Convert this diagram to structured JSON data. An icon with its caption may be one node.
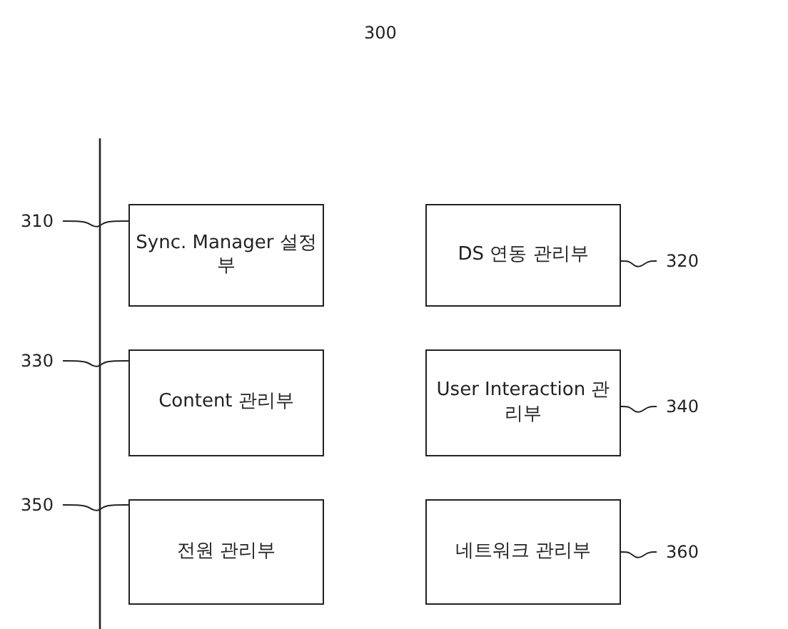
{
  "diagram": {
    "nodes": [
      {
        "text": [
          "310"
        ]
      },
      {
        "text": [
          "Sync. Manager 설정부"
        ]
      },
      {
        "text": [
          "DS 연동 관리부"
        ]
      },
      {
        "text": [
          "320"
        ]
      },
      {
        "text": [
          "330"
        ]
      },
      {
        "text": [
          "Content 관리부"
        ]
      },
      {
        "text": [
          "User Interaction 관리부"
        ]
      },
      {
        "text": [
          "340"
        ]
      },
      {
        "text": [
          "350"
        ]
      },
      {
        "text": [
          "전원 관리부"
        ]
      },
      {
        "text": [
          "네트워크 관리부"
        ]
      },
      {
        "text": [
          "360"
        ]
      }
    ],
    "edges": [
      {
        "from": 0,
        "to": 1,
        "arrow": "none"
      },
      {
        "from": 3,
        "to": 2,
        "arrow": "none"
      },
      {
        "from": 4,
        "to": 5,
        "arrow": "none"
      },
      {
        "from": 7,
        "to": 6,
        "arrow": "none"
      },
      {
        "from": 8,
        "to": 9,
        "arrow": "none"
      },
      {
        "from": 11,
        "to": 10,
        "arrow": "none"
      }
    ],
    "labels": [
      "300"
    ]
  }
}
